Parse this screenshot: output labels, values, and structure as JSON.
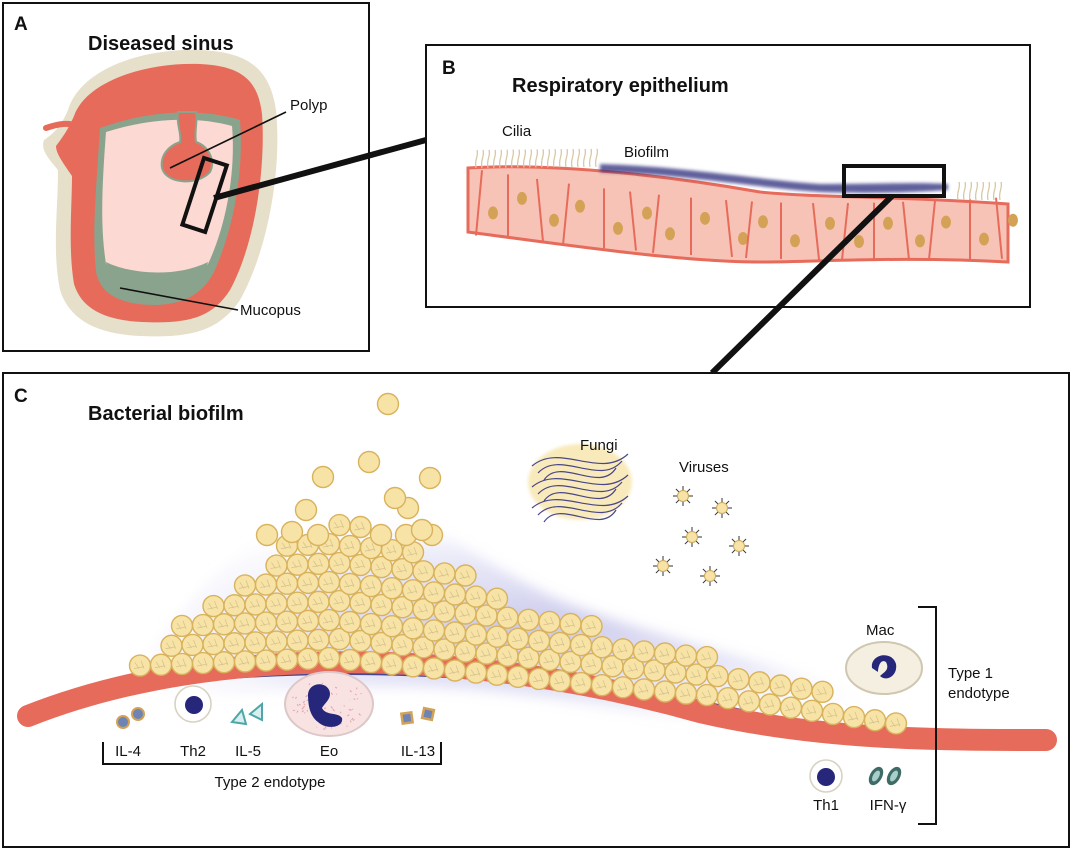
{
  "colors": {
    "tissue": "#e76b5a",
    "tissue_light": "#f7c3b6",
    "bone": "#e6dfca",
    "lumen": "#fcd9d2",
    "mucopus": "#8aa38d",
    "bacteria_fill": "#f7e3a6",
    "bacteria_edge": "#d8b25c",
    "biofilm": "#2b2a7c",
    "nucleus": "#d4a256",
    "cell_blue": "#26267a",
    "teal": "#4fa6a8"
  },
  "panel_a": {
    "letter": "A",
    "title": "Diseased sinus",
    "label_polyp": "Polyp",
    "label_mucopus": "Mucopus"
  },
  "panel_b": {
    "letter": "B",
    "title": "Respiratory epithelium",
    "label_cilia": "Cilia",
    "label_biofilm": "Biofilm"
  },
  "panel_c": {
    "letter": "C",
    "title": "Bacterial biofilm",
    "label_fungi": "Fungi",
    "label_viruses": "Viruses",
    "label_mac": "Mac",
    "type1_line1": "Type 1",
    "type1_line2": "endotype",
    "type2": "Type 2 endotype",
    "il4": "IL-4",
    "th2": "Th2",
    "il5": "IL-5",
    "eo": "Eo",
    "il13": "IL-13",
    "th1": "Th1",
    "ifng": "IFN-γ"
  }
}
